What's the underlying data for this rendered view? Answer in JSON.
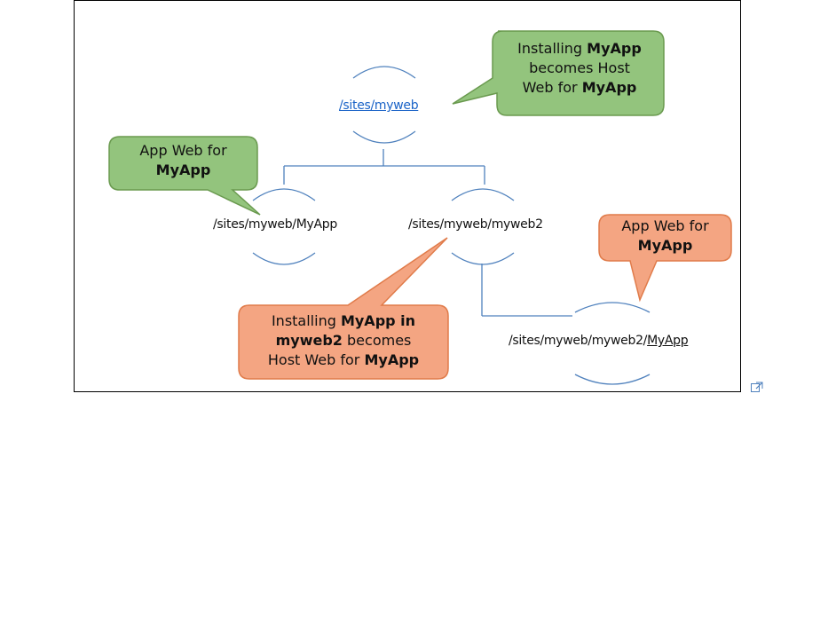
{
  "nodes": {
    "root": "/sites/myweb",
    "child1": "/sites/myweb/MyApp",
    "child2": "/sites/myweb/myweb2",
    "grandchild_prefix": "/sites/myweb/myweb2/",
    "grandchild_suffix": "MyApp"
  },
  "callouts": {
    "root_host": {
      "pre": "Installing ",
      "app": "MyApp",
      "mid": "becomes Host",
      "tail": "Web for ",
      "app2": "MyApp"
    },
    "child1_app": {
      "line1": "App Web for",
      "line2": "MyApp"
    },
    "child2_host": {
      "pre": "Installing ",
      "bold1": "MyApp in",
      "bold2": "myweb2",
      "mid": " becomes",
      "tail": "Host Web for ",
      "app": "MyApp"
    },
    "grandchild_app": {
      "line1": "App Web for",
      "line2": "MyApp"
    }
  },
  "colors": {
    "green_fill": "#93c47d",
    "green_stroke": "#6a9a4f",
    "orange_fill": "#f4a582",
    "orange_stroke": "#e07b4a",
    "connector": "#4f81bd",
    "arc": "#4f81bd",
    "link": "#1a63c7"
  },
  "icons": {
    "external": "external-link-icon"
  }
}
